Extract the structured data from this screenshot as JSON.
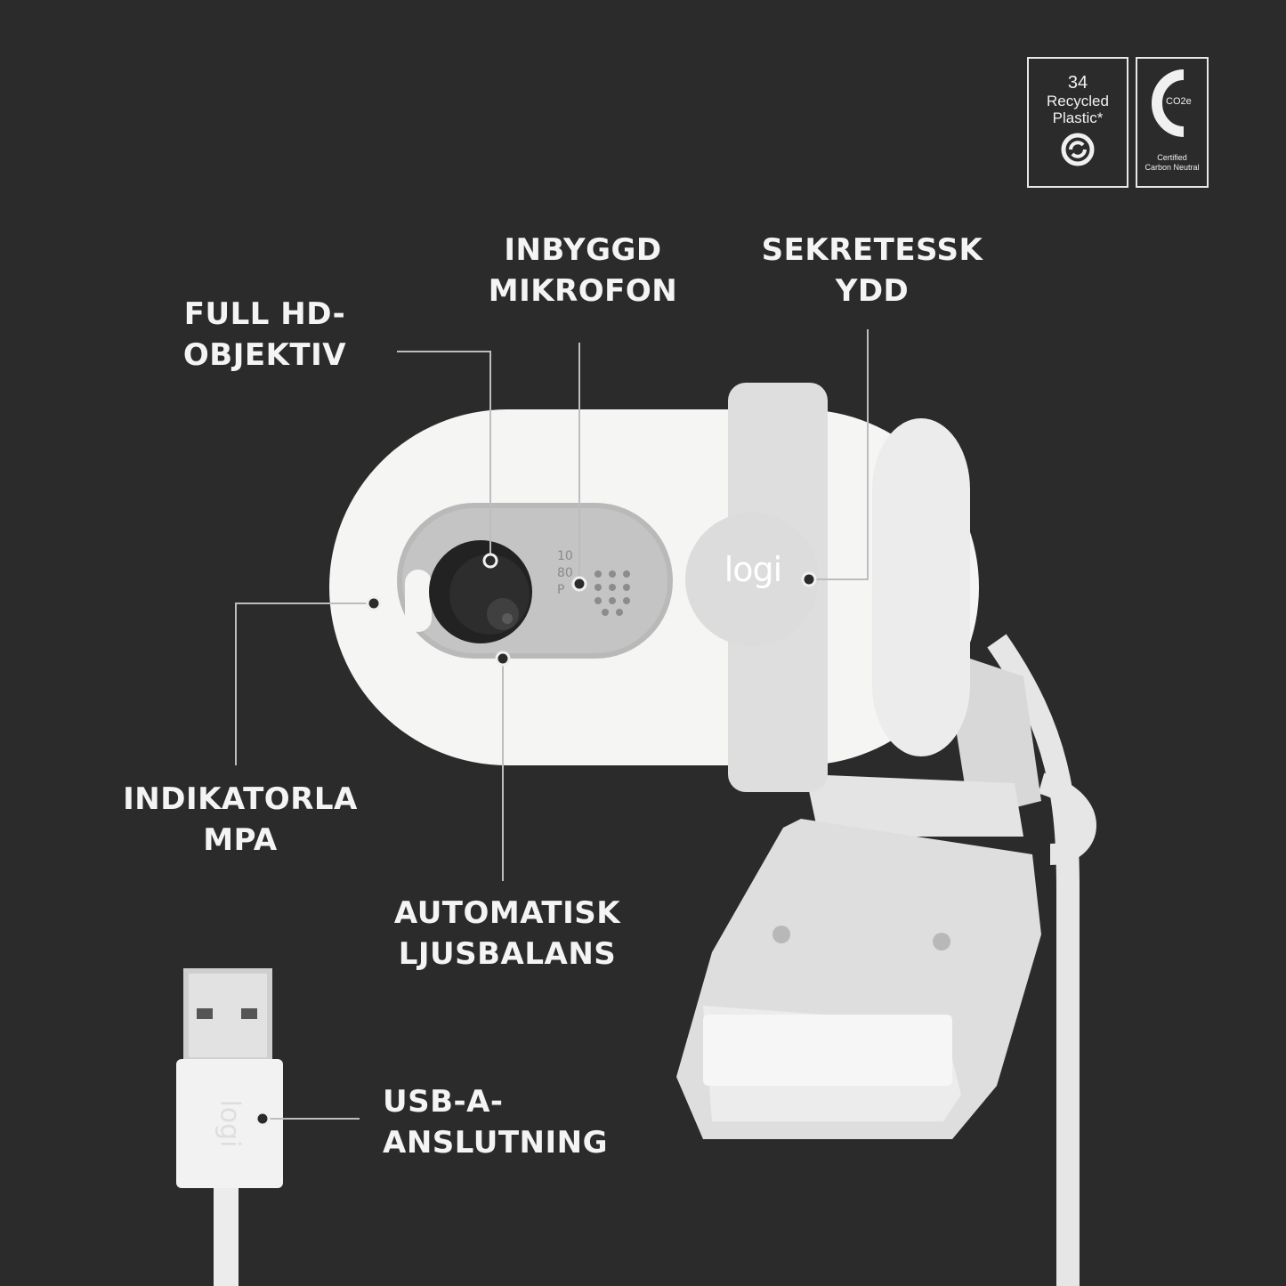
{
  "labels": {
    "mic": {
      "line1": "INBYGGD",
      "line2": "MIKROFON"
    },
    "privacy": {
      "line1": "SEKRETESSK",
      "line2": "YDD"
    },
    "lens": {
      "line1": "FULL HD-",
      "line2": "OBJEKTIV"
    },
    "indicator": {
      "line1": "INDIKATORLA",
      "line2": "MPA"
    },
    "light": {
      "line1": "AUTOMATISK",
      "line2": "LJUSBALANS"
    },
    "usb": {
      "line1": "USB-A-",
      "line2": "ANSLUTNING"
    }
  },
  "badges": {
    "recycled": {
      "number": "34",
      "line1": "Recycled",
      "line2": "Plastic*"
    },
    "carbon": {
      "co2": "CO2e",
      "line1": "Certified",
      "line2": "Carbon Neutral"
    }
  },
  "product": {
    "brand": "logi",
    "resolution_text": "1080P"
  },
  "colors": {
    "background": "#2b2b2b",
    "product_white": "#f5f5f4",
    "product_grey": "#dcdcdc",
    "callout_line": "#bdbdbd",
    "text": "#f4f4f4"
  }
}
